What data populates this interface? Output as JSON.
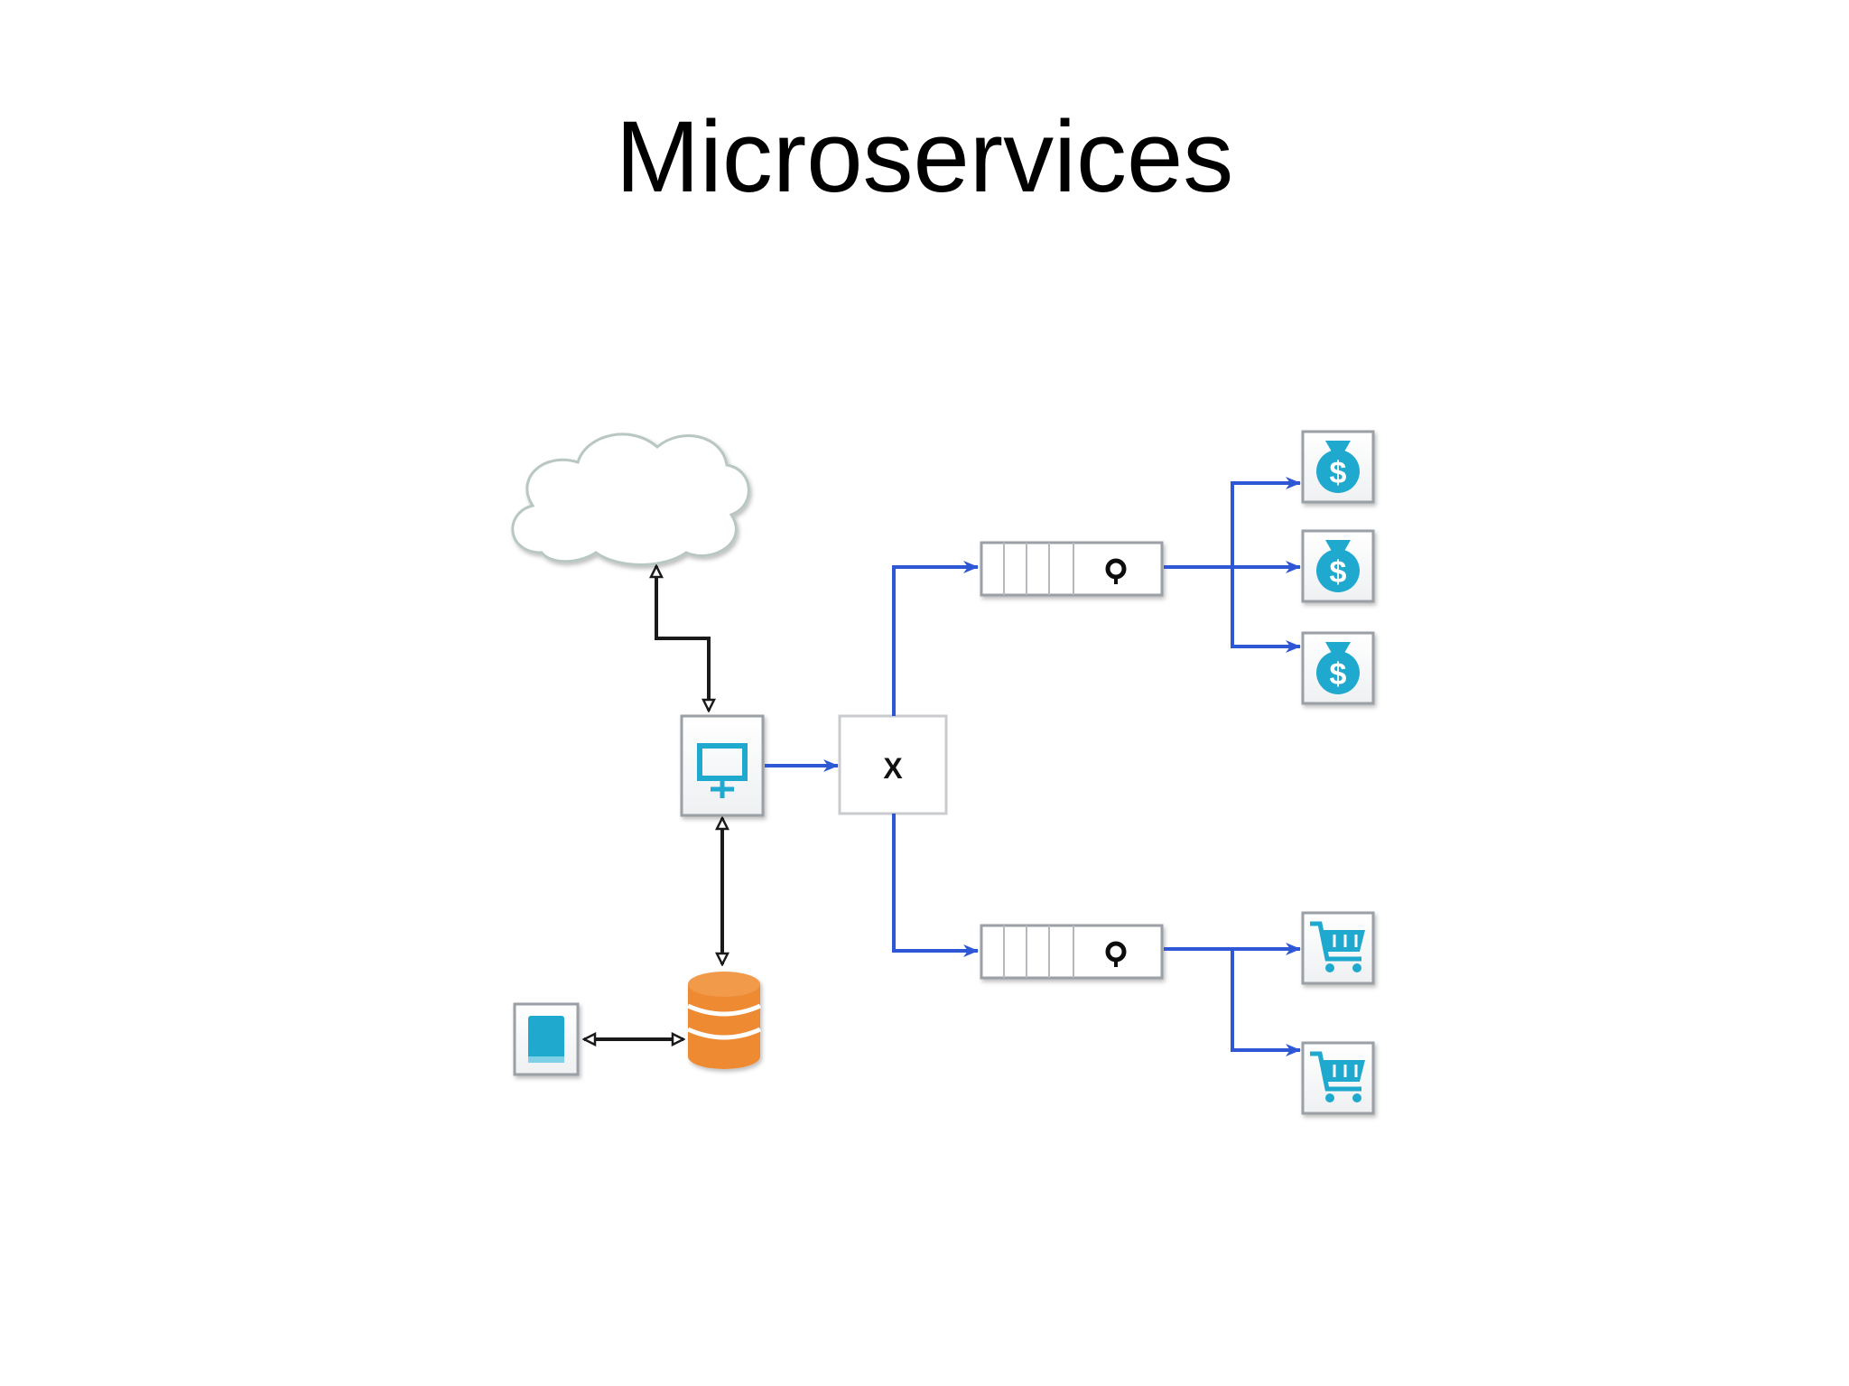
{
  "slide": {
    "title": "Microservices"
  },
  "diagram": {
    "exchange_label": "X",
    "nodes": [
      {
        "id": "internet",
        "icon": "cloud-icon"
      },
      {
        "id": "web-app",
        "icon": "presentation-screen-icon"
      },
      {
        "id": "database",
        "icon": "database-icon"
      },
      {
        "id": "reporting",
        "icon": "book-icon"
      },
      {
        "id": "exchange",
        "icon": "exchange-icon"
      },
      {
        "id": "payments-queue",
        "icon": "message-queue-icon"
      },
      {
        "id": "orders-queue",
        "icon": "message-queue-icon"
      },
      {
        "id": "payment-service-1",
        "icon": "money-bag-icon"
      },
      {
        "id": "payment-service-2",
        "icon": "money-bag-icon"
      },
      {
        "id": "payment-service-3",
        "icon": "money-bag-icon"
      },
      {
        "id": "cart-service-1",
        "icon": "shopping-cart-icon"
      },
      {
        "id": "cart-service-2",
        "icon": "shopping-cart-icon"
      }
    ],
    "colors": {
      "connector": "#1a1a1a",
      "message_flow": "#2e57d6",
      "service_icon": "#1fa9cf",
      "database": "#ee8a32"
    }
  }
}
